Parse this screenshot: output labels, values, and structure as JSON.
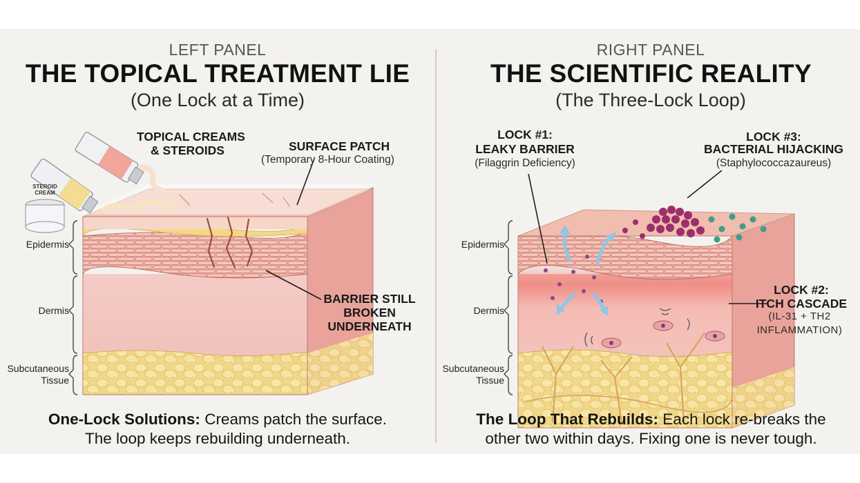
{
  "left_panel": {
    "label": "LEFT PANEL",
    "title": "THE TOPICAL TREATMENT LIE",
    "subtitle": "(One Lock at a Time)",
    "callouts": {
      "creams_line1": "TOPICAL CREAMS",
      "creams_line2": "& STEROIDS",
      "jar_line1": "STEROID",
      "jar_line2": "CREAM",
      "surface_title": "SURFACE PATCH",
      "surface_note": "(Temporary 8-Hour Coating)",
      "barrier_line1": "BARRIER STILL",
      "barrier_line2": "BROKEN",
      "barrier_line3": "UNDERNEATH"
    },
    "layers": {
      "epidermis": "Epidermis",
      "dermis": "Dermis",
      "subcutaneous_line1": "Subcutaneous",
      "subcutaneous_line2": "Tissue"
    },
    "footer": {
      "bold": "One-Lock Solutions:",
      "line1_rest": " Creams patch the surface.",
      "line2": "The loop keeps rebuilding underneath."
    }
  },
  "right_panel": {
    "label": "RIGHT PANEL",
    "title": "THE SCIENTIFIC REALITY",
    "subtitle": "(The Three-Lock Loop)",
    "callouts": {
      "lock1_line1": "LOCK #1:",
      "lock1_line2": "LEAKY BARRIER",
      "lock1_note": "(Filaggrin Deficiency)",
      "lock3_line1": "LOCK #3:",
      "lock3_line2": "BACTERIAL HIJACKING",
      "lock3_note": "(Staphylococcazaureus)",
      "lock2_line1": "LOCK #2:",
      "lock2_line2": "ITCH CASCADE",
      "lock2_note1": "(IL-31 + TH2",
      "lock2_note2": "INFLAMMATION)"
    },
    "layers": {
      "epidermis": "Epidermis",
      "dermis": "Dermis",
      "subcutaneous_line1": "Subcutaneous",
      "subcutaneous_line2": "Tissue"
    },
    "footer": {
      "bold": "The Loop That Rebuilds:",
      "line1_rest": " Each lock re-breaks the",
      "line2": "other two within days. Fixing one is never tough."
    }
  },
  "colors": {
    "background": "#f4f2ee",
    "epidermis_pink": "#f0b8ae",
    "dermis_pink": "#f3c9c4",
    "fat_yellow": "#f3dc97",
    "bacteria_purple": "#9c2f6b",
    "bacteria_teal": "#3c9f8c",
    "arrow_blue": "#8ec6e6"
  }
}
